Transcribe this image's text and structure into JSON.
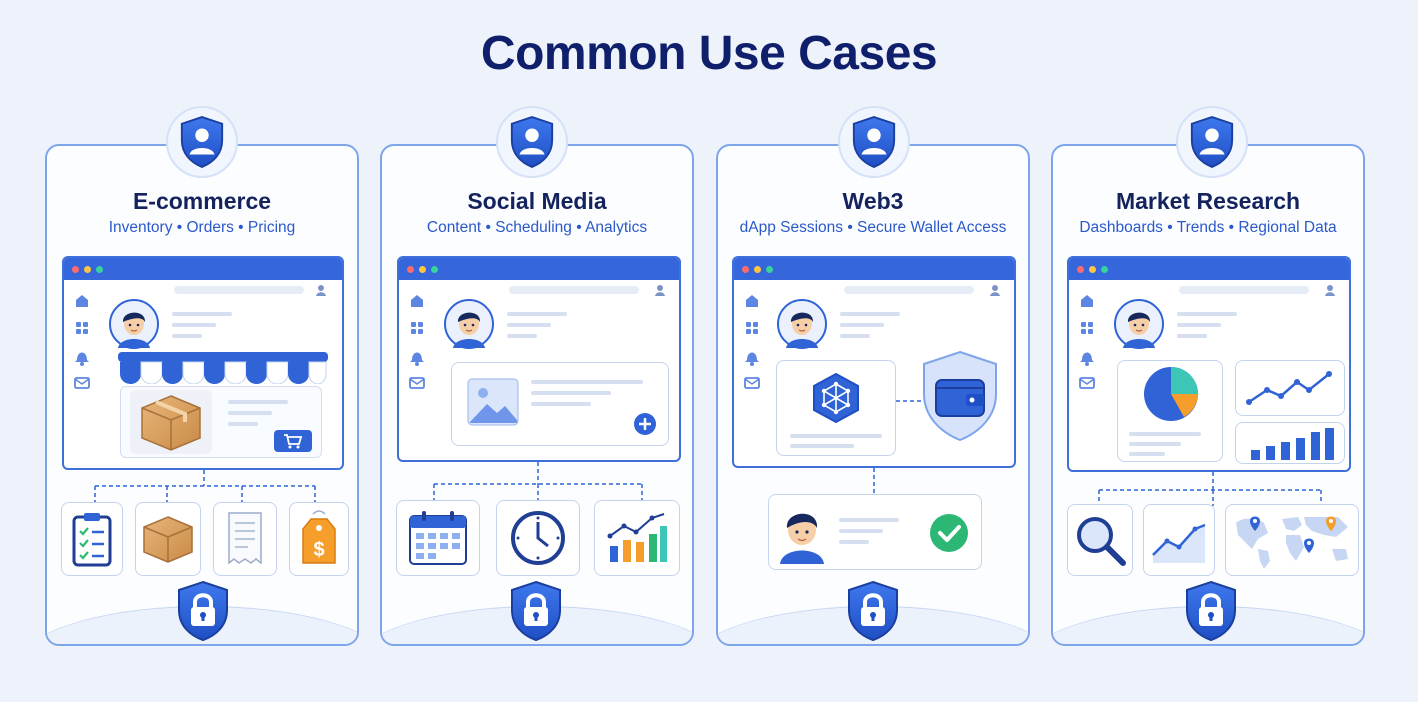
{
  "title": "Common Use Cases",
  "colors": {
    "primary": "#2f63d6",
    "navy": "#14235e",
    "accent_blue": "#2c59c9",
    "border": "#7ea5ea",
    "orange": "#f59e2b",
    "green": "#2cb874",
    "teal": "#3cc6b5"
  },
  "cards": [
    {
      "title": "E-commerce",
      "subtitle": "Inventory • Orders • Pricing",
      "icons": [
        "clipboard-checklist-icon",
        "package-box-icon",
        "receipt-icon",
        "price-tag-icon"
      ]
    },
    {
      "title": "Social Media",
      "subtitle": "Content • Scheduling • Analytics",
      "icons": [
        "calendar-icon",
        "clock-icon",
        "growth-chart-icon"
      ]
    },
    {
      "title": "Web3",
      "subtitle": "dApp Sessions • Secure Wallet Access",
      "icons": [
        "blockchain-node-icon",
        "wallet-icon",
        "verified-check-icon"
      ]
    },
    {
      "title": "Market Research",
      "subtitle": "Dashboards • Trends • Regional Data",
      "icons": [
        "magnifier-icon",
        "trend-line-icon",
        "world-map-icon"
      ]
    }
  ]
}
